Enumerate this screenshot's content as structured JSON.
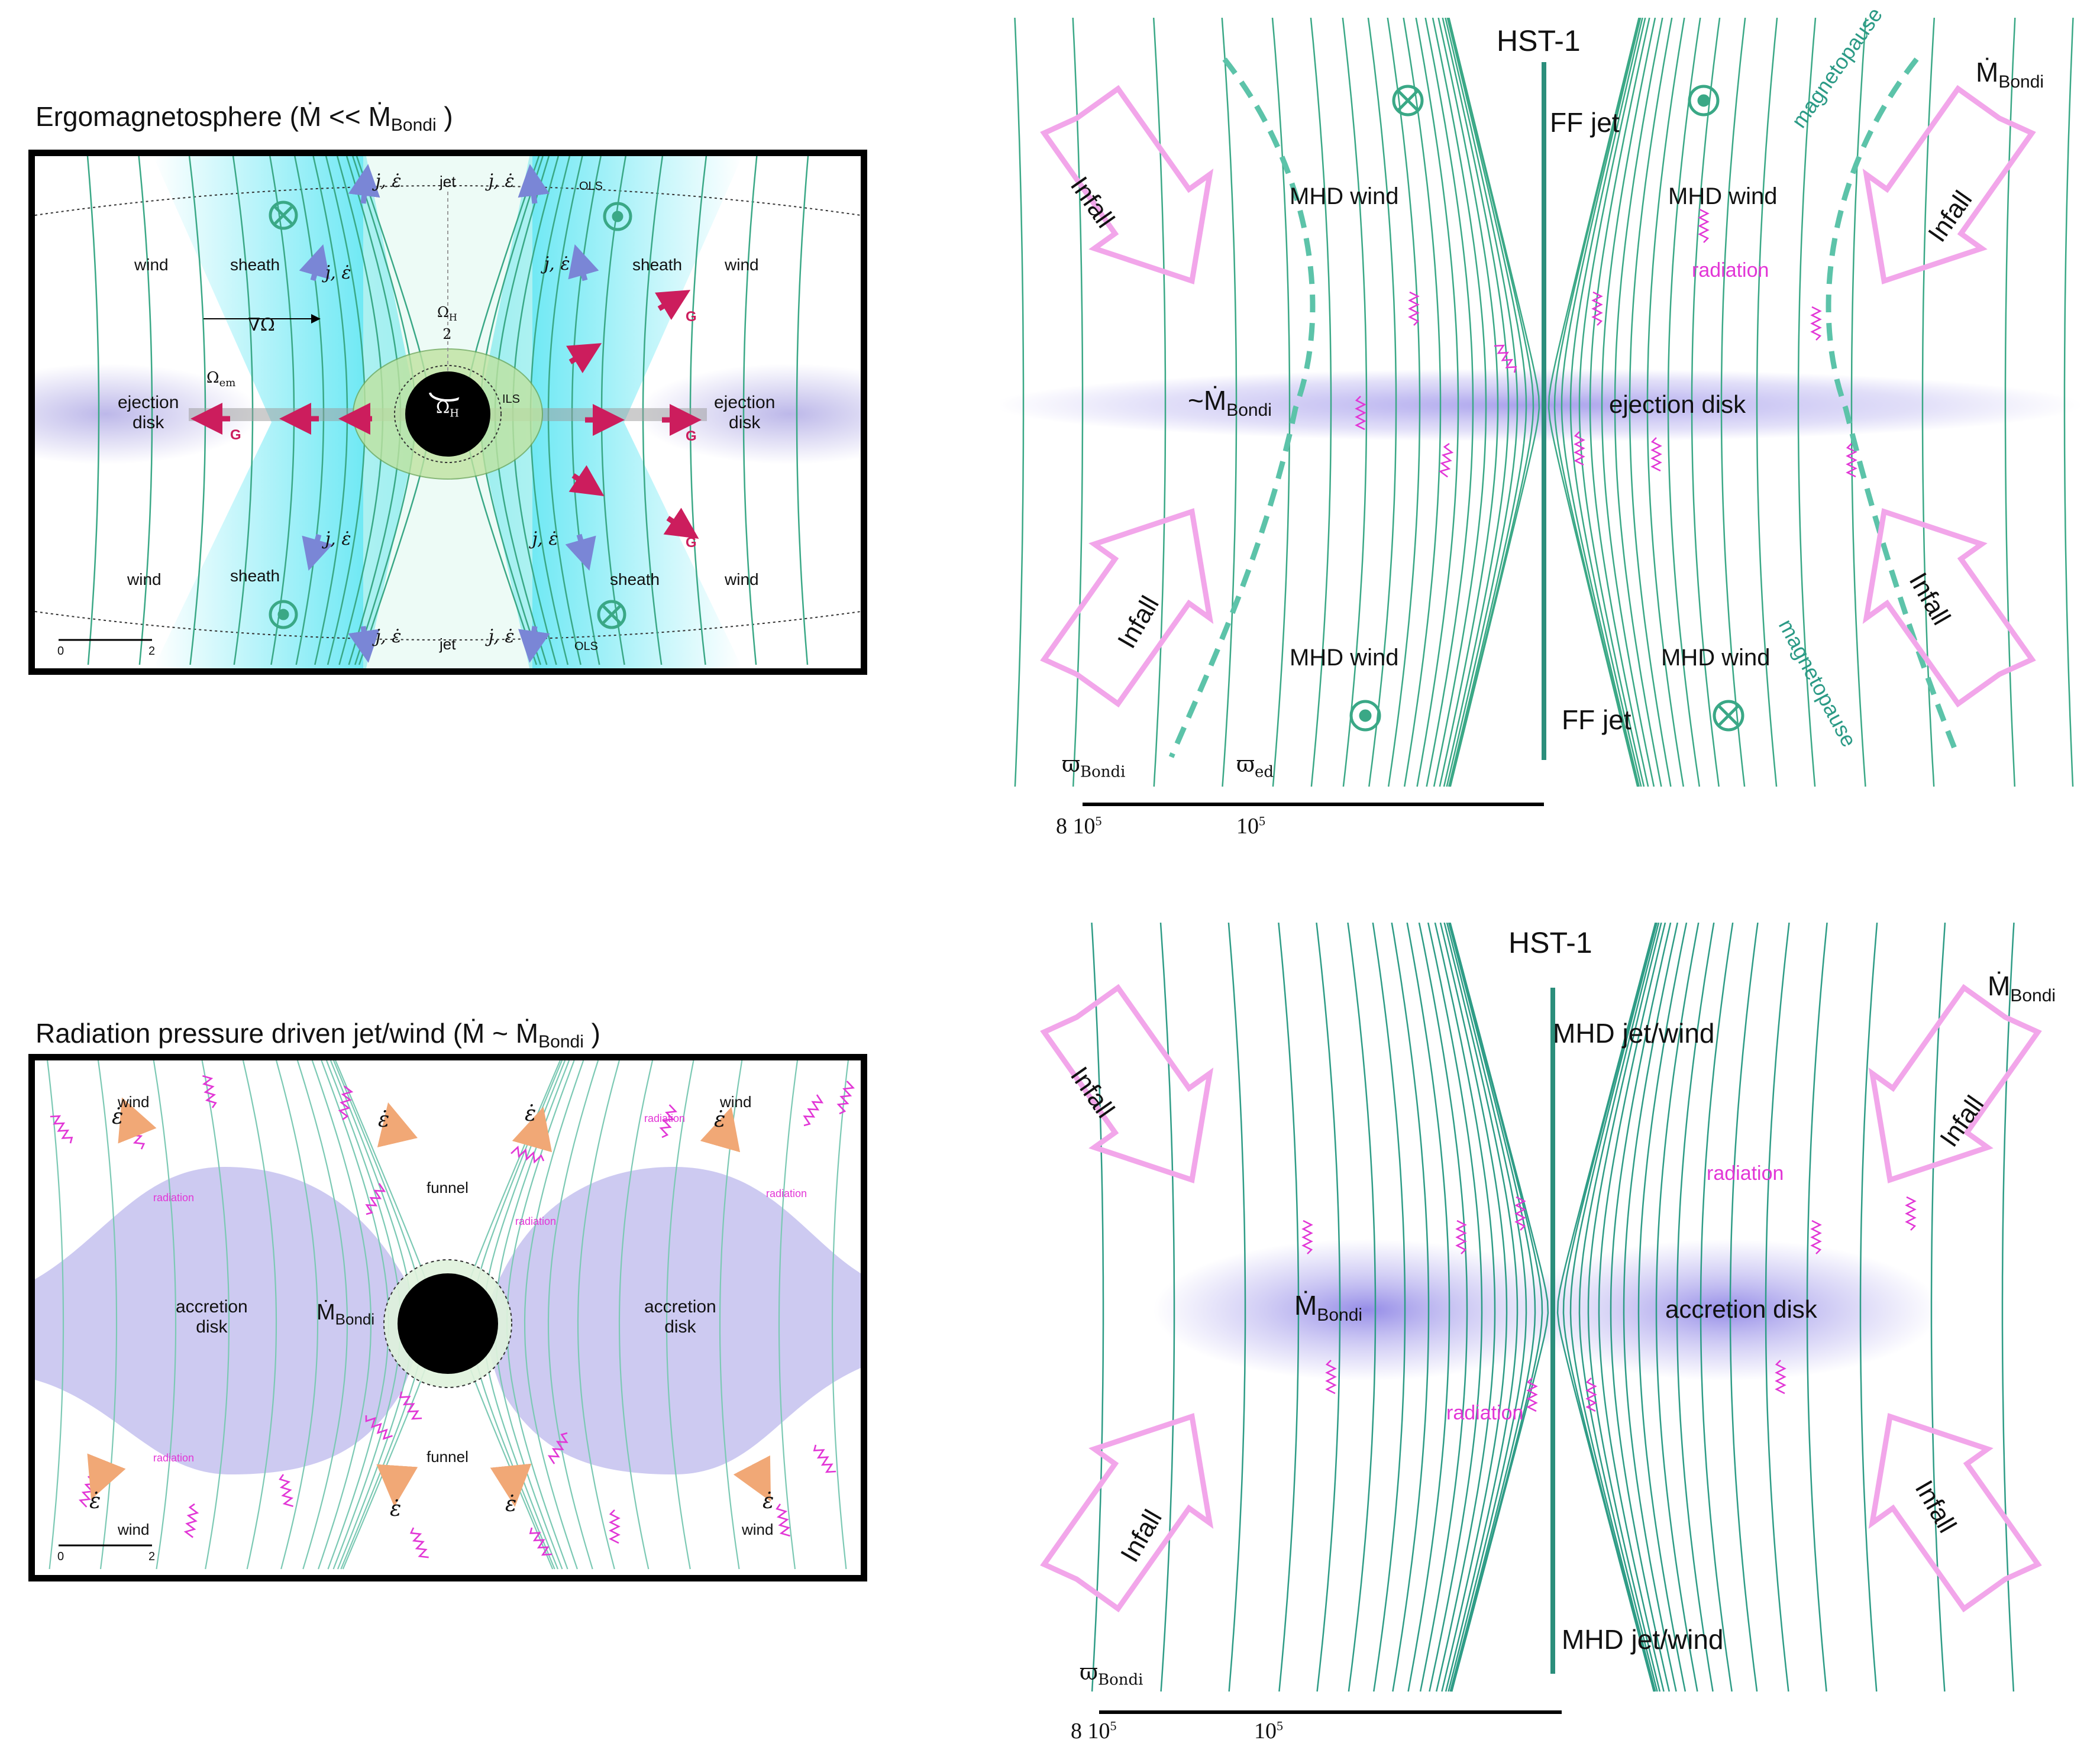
{
  "panel_a": {
    "title_main": "Ergomagnetosphere (",
    "title_mdot": "Ṁ",
    "title_rel": " << ",
    "title_mdot2": "Ṁ",
    "title_sub": "Bondi",
    "title_close": " )",
    "labels": {
      "jet": "jet",
      "ols": "OLS",
      "ils": "ILS",
      "wind": "wind",
      "sheath": "sheath",
      "grad_omega": "∇Ω",
      "omega_h_half_num": "Ω",
      "omega_h_half_sub": "H",
      "omega_h_half_den": "2",
      "omega_h": "Ω",
      "omega_h_sub": "H",
      "omega_em": "Ω",
      "omega_em_sub": "em",
      "ejection_disk_1": "ejection",
      "ejection_disk_2": "disk",
      "g": "G",
      "flux": "j̇, ε̇",
      "scale_0": "0",
      "scale_2": "2"
    }
  },
  "panel_b": {
    "hst": "HST-1",
    "mbondi": "Ṁ",
    "mbondi_sub": "Bondi",
    "ff_jet": "FF jet",
    "mhd_wind": "MHD wind",
    "magnetopause": "magnetopause",
    "infall": "Infall",
    "radiation": "radiation",
    "tilde_mbondi": "~Ṁ",
    "ejection_disk": "ejection disk",
    "varpi_bondi": "ϖ",
    "varpi_bondi_sub": "Bondi",
    "varpi_ed": "ϖ",
    "varpi_ed_sub": "ed",
    "scale_8": "8 10",
    "scale_1": "10",
    "exp": "5"
  },
  "panel_c": {
    "title_main": "Radiation pressure driven jet/wind (",
    "title_mdot": "Ṁ",
    "title_rel": " ~ ",
    "title_mdot2": "Ṁ",
    "title_sub": "Bondi",
    "title_close": " )",
    "labels": {
      "wind": "wind",
      "funnel": "funnel",
      "radiation": "radiation",
      "accretion_1": "accretion",
      "accretion_2": "disk",
      "mbondi": "Ṁ",
      "mbondi_sub": "Bondi",
      "edot": "ε̇",
      "scale_0": "0",
      "scale_2": "2"
    }
  },
  "panel_d": {
    "hst": "HST-1",
    "mbondi": "Ṁ",
    "mbondi_sub": "Bondi",
    "mhd_jet": "MHD jet/wind",
    "infall": "Infall",
    "radiation": "radiation",
    "accretion_disk": "accretion disk",
    "varpi_bondi": "ϖ",
    "varpi_bondi_sub": "Bondi",
    "scale_8": "8 10",
    "scale_1": "10",
    "exp": "5"
  },
  "colors": {
    "field": "#3aa886",
    "field_dark": "#1f8a7a",
    "cyan": "#38e0f0",
    "disk": "#b9b4e8",
    "magenta": "#e236d6",
    "crimson": "#cc1d5d",
    "arrow_blue": "#7a86d6",
    "arrow_orange": "#f1a876",
    "infall_pink": "#f2a6ea"
  }
}
